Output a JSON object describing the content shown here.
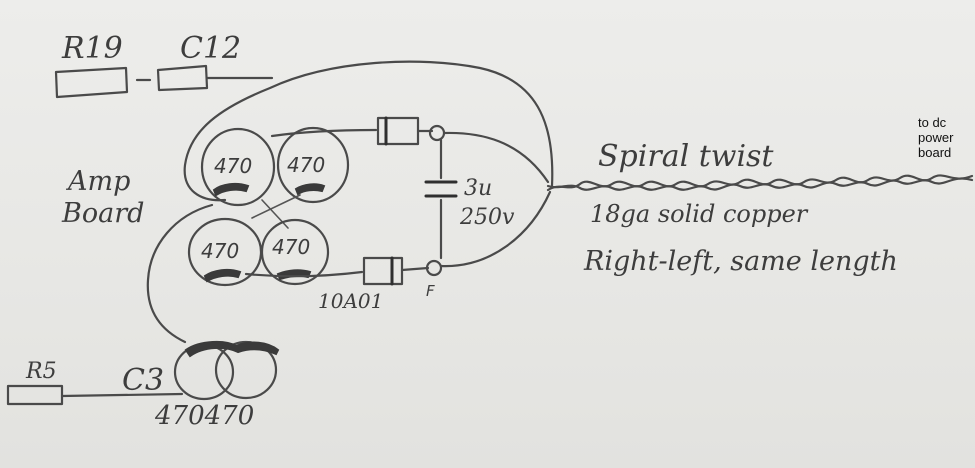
{
  "labels": {
    "r19": "R19",
    "c12": "C12",
    "amp": "Amp",
    "board": "Board",
    "cap_top_left": "470",
    "cap_top_right": "470",
    "cap_bottom_left": "470",
    "cap_bottom_right": "470",
    "cap_value": "3u",
    "cap_voltage": "250v",
    "diode_label": "10A01",
    "node_f": "F",
    "spiral": "Spiral twist",
    "wire": "18ga solid copper",
    "route": "Right-left, same length",
    "r5": "R5",
    "c3": "C3",
    "caps_bottom": "470470",
    "dc_line1": "to dc",
    "dc_line2": "power",
    "dc_line3": "board"
  }
}
